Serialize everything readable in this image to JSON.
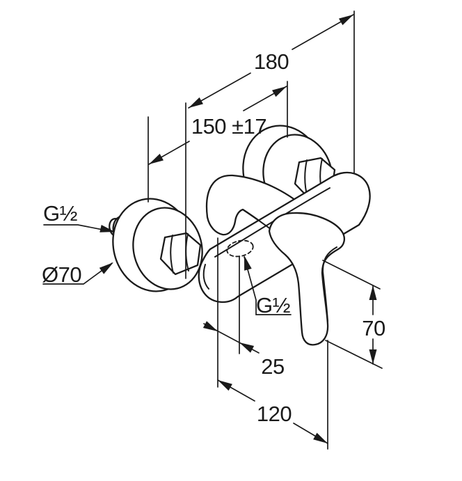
{
  "drawing": {
    "background_color": "#ffffff",
    "line_color": "#1a1a1a",
    "labels": {
      "overall_width": "180",
      "connection_pitch": "150 ±17",
      "wall_thread": "G½",
      "escutcheon_diameter": "Ø70",
      "outlet_thread": "G½",
      "outlet_offset": "25",
      "lever_height": "70",
      "projection": "120"
    }
  }
}
